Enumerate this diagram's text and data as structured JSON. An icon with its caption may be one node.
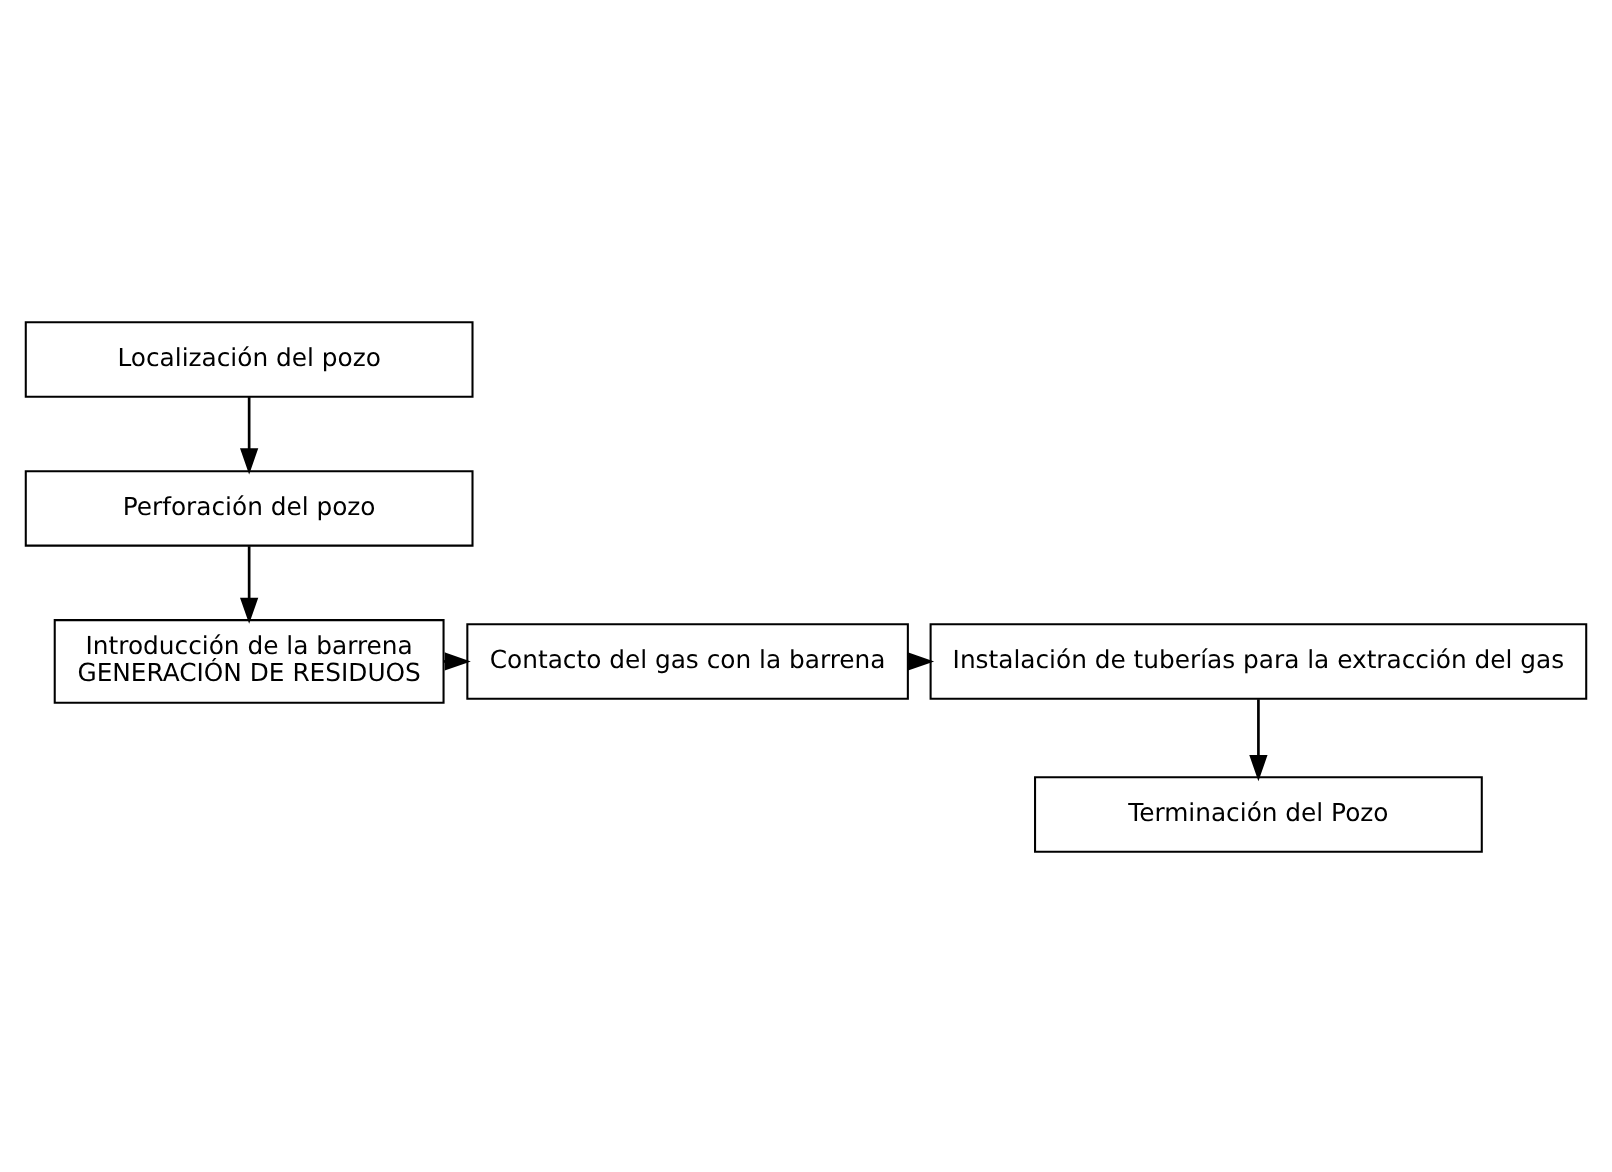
{
  "diagram": {
    "nodes": [
      {
        "text": [
          "Localización del pozo"
        ]
      },
      {
        "text": [
          "Perforación del pozo"
        ]
      },
      {
        "text": [
          "Introducción de la barrena",
          "GENERACIÓN DE RESIDUOS"
        ]
      },
      {
        "text": [
          "Contacto del gas con la barrena"
        ]
      },
      {
        "text": [
          "Instalación de tuberías para la extracción del gas"
        ]
      },
      {
        "text": [
          "Terminación del Pozo"
        ]
      }
    ],
    "edges": [
      {
        "from": 0,
        "to": 1,
        "arrow": "to"
      },
      {
        "from": 1,
        "to": 2,
        "arrow": "to"
      },
      {
        "from": 2,
        "to": 3,
        "arrow": "to"
      },
      {
        "from": 3,
        "to": 4,
        "arrow": "to"
      },
      {
        "from": 4,
        "to": 5,
        "arrow": "to"
      }
    ]
  }
}
